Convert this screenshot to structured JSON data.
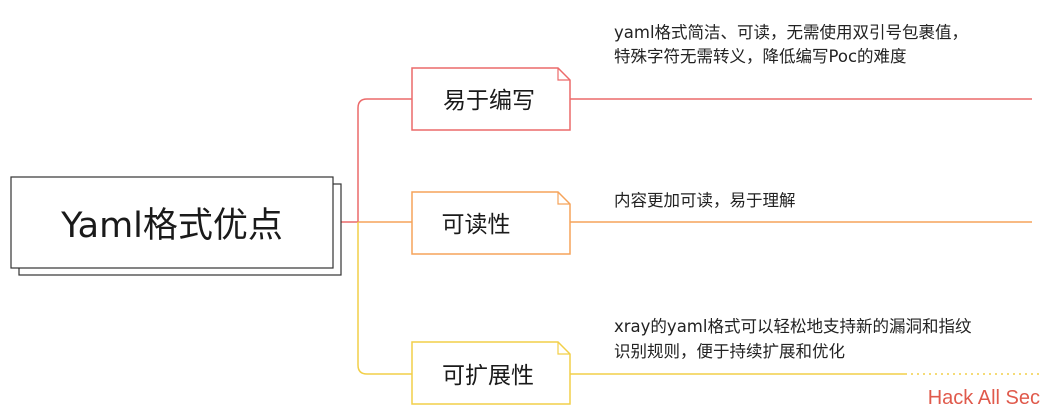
{
  "root": {
    "title": "Yaml格式优点"
  },
  "branches": [
    {
      "label": "易于编写",
      "color": "#ec6a6a",
      "description": [
        "yaml格式简洁、可读，无需使用双引号包裹值，",
        "特殊字符无需转义，降低编写Poc的难度"
      ]
    },
    {
      "label": "可读性",
      "color": "#f5a35a",
      "description": [
        "内容更加可读，易于理解"
      ]
    },
    {
      "label": "可扩展性",
      "color": "#f2cf48",
      "description": [
        "xray的yaml格式可以轻松地支持新的漏洞和指纹",
        "识别规则，便于持续扩展和优化"
      ]
    }
  ],
  "watermark": {
    "text": "Hack All Sec",
    "color": "#e05a4c"
  }
}
